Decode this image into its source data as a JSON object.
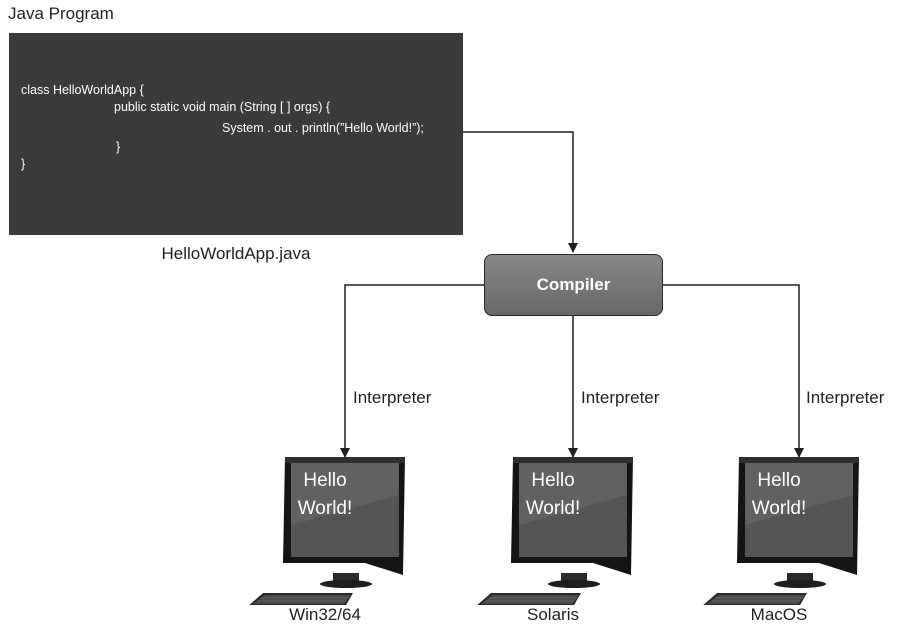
{
  "header": {
    "title": "Java Program"
  },
  "code": {
    "lines": [
      "class HelloWorldApp {",
      "public static void main (String [ ] orgs) {",
      "System . out . println(”Hello World!”);",
      "}",
      "}"
    ],
    "filename": "HelloWorldApp.java"
  },
  "compiler": {
    "label": "Compiler"
  },
  "branch_label": "Interpreter",
  "targets": [
    {
      "os": "Win32/64",
      "screen_line1": "Hello",
      "screen_line2": "World!"
    },
    {
      "os": "Solaris",
      "screen_line1": "Hello",
      "screen_line2": "World!"
    },
    {
      "os": "MacOS",
      "screen_line1": "Hello",
      "screen_line2": "World!"
    }
  ],
  "colors": {
    "code_bg": "#3a3a3a",
    "compiler_fill": "#777777",
    "line": "#231f20"
  }
}
